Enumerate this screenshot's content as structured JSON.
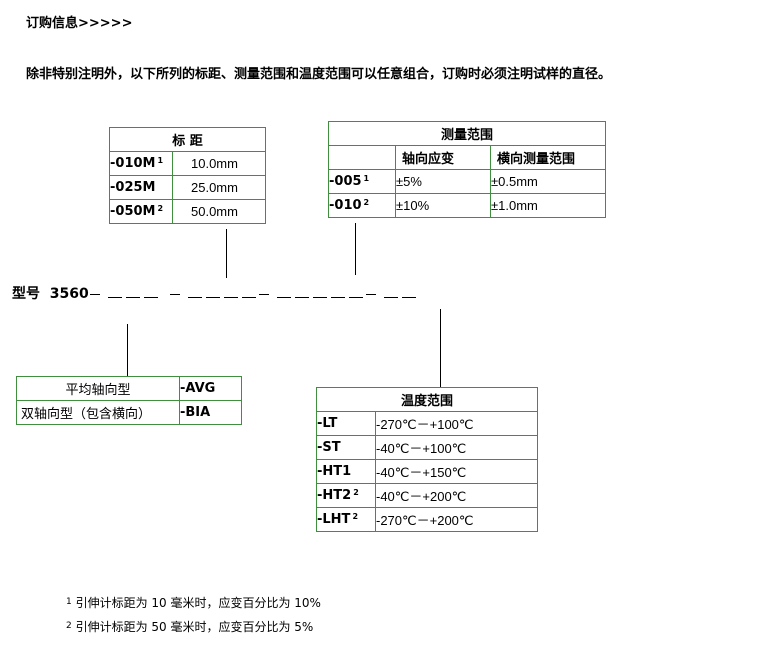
{
  "header": {
    "title": "订购信息>>>>>",
    "intro": "除非特别注明外，以下所列的标距、测量范围和温度范围可以任意组合，订购时必须注明试样的直径。"
  },
  "gauge_table": {
    "title": "标  距",
    "rows": [
      {
        "code": "-010M",
        "sup": "1",
        "value": "10.0mm"
      },
      {
        "code": "-025M",
        "sup": "",
        "value": "25.0mm"
      },
      {
        "code": "-050M",
        "sup": "2",
        "value": "50.0mm"
      }
    ]
  },
  "range_table": {
    "title": "测量范围",
    "col1": "轴向应变",
    "col2": "横向测量范围",
    "rows": [
      {
        "code": "-005",
        "sup": "1",
        "axial": "±5%",
        "transverse": "±0.5mm"
      },
      {
        "code": "-010",
        "sup": "2",
        "axial": "±10%",
        "transverse": "±1.0mm"
      }
    ]
  },
  "model": {
    "label": "型号",
    "number": "3560"
  },
  "type_table": {
    "rows": [
      {
        "label": "平均轴向型",
        "code": "-AVG"
      },
      {
        "label": "双轴向型（包含横向）",
        "code": "-BIA"
      }
    ]
  },
  "temp_table": {
    "title": "温度范围",
    "rows": [
      {
        "code": "-LT",
        "sup": "",
        "range": "-270℃－+100℃"
      },
      {
        "code": "-ST",
        "sup": "",
        "range": "-40℃－+100℃"
      },
      {
        "code": "-HT1",
        "sup": "",
        "range": "-40℃－+150℃"
      },
      {
        "code": "-HT2",
        "sup": "2",
        "range": "-40℃－+200℃"
      },
      {
        "code": "-LHT",
        "sup": "2",
        "range": "-270℃－+200℃"
      }
    ]
  },
  "footnotes": [
    {
      "mark": "1",
      "text": "引伸计标距为 10 毫米时，应变百分比为 10%"
    },
    {
      "mark": "2",
      "text": "引伸计标距为 50 毫米时，应变百分比为 5%"
    }
  ]
}
